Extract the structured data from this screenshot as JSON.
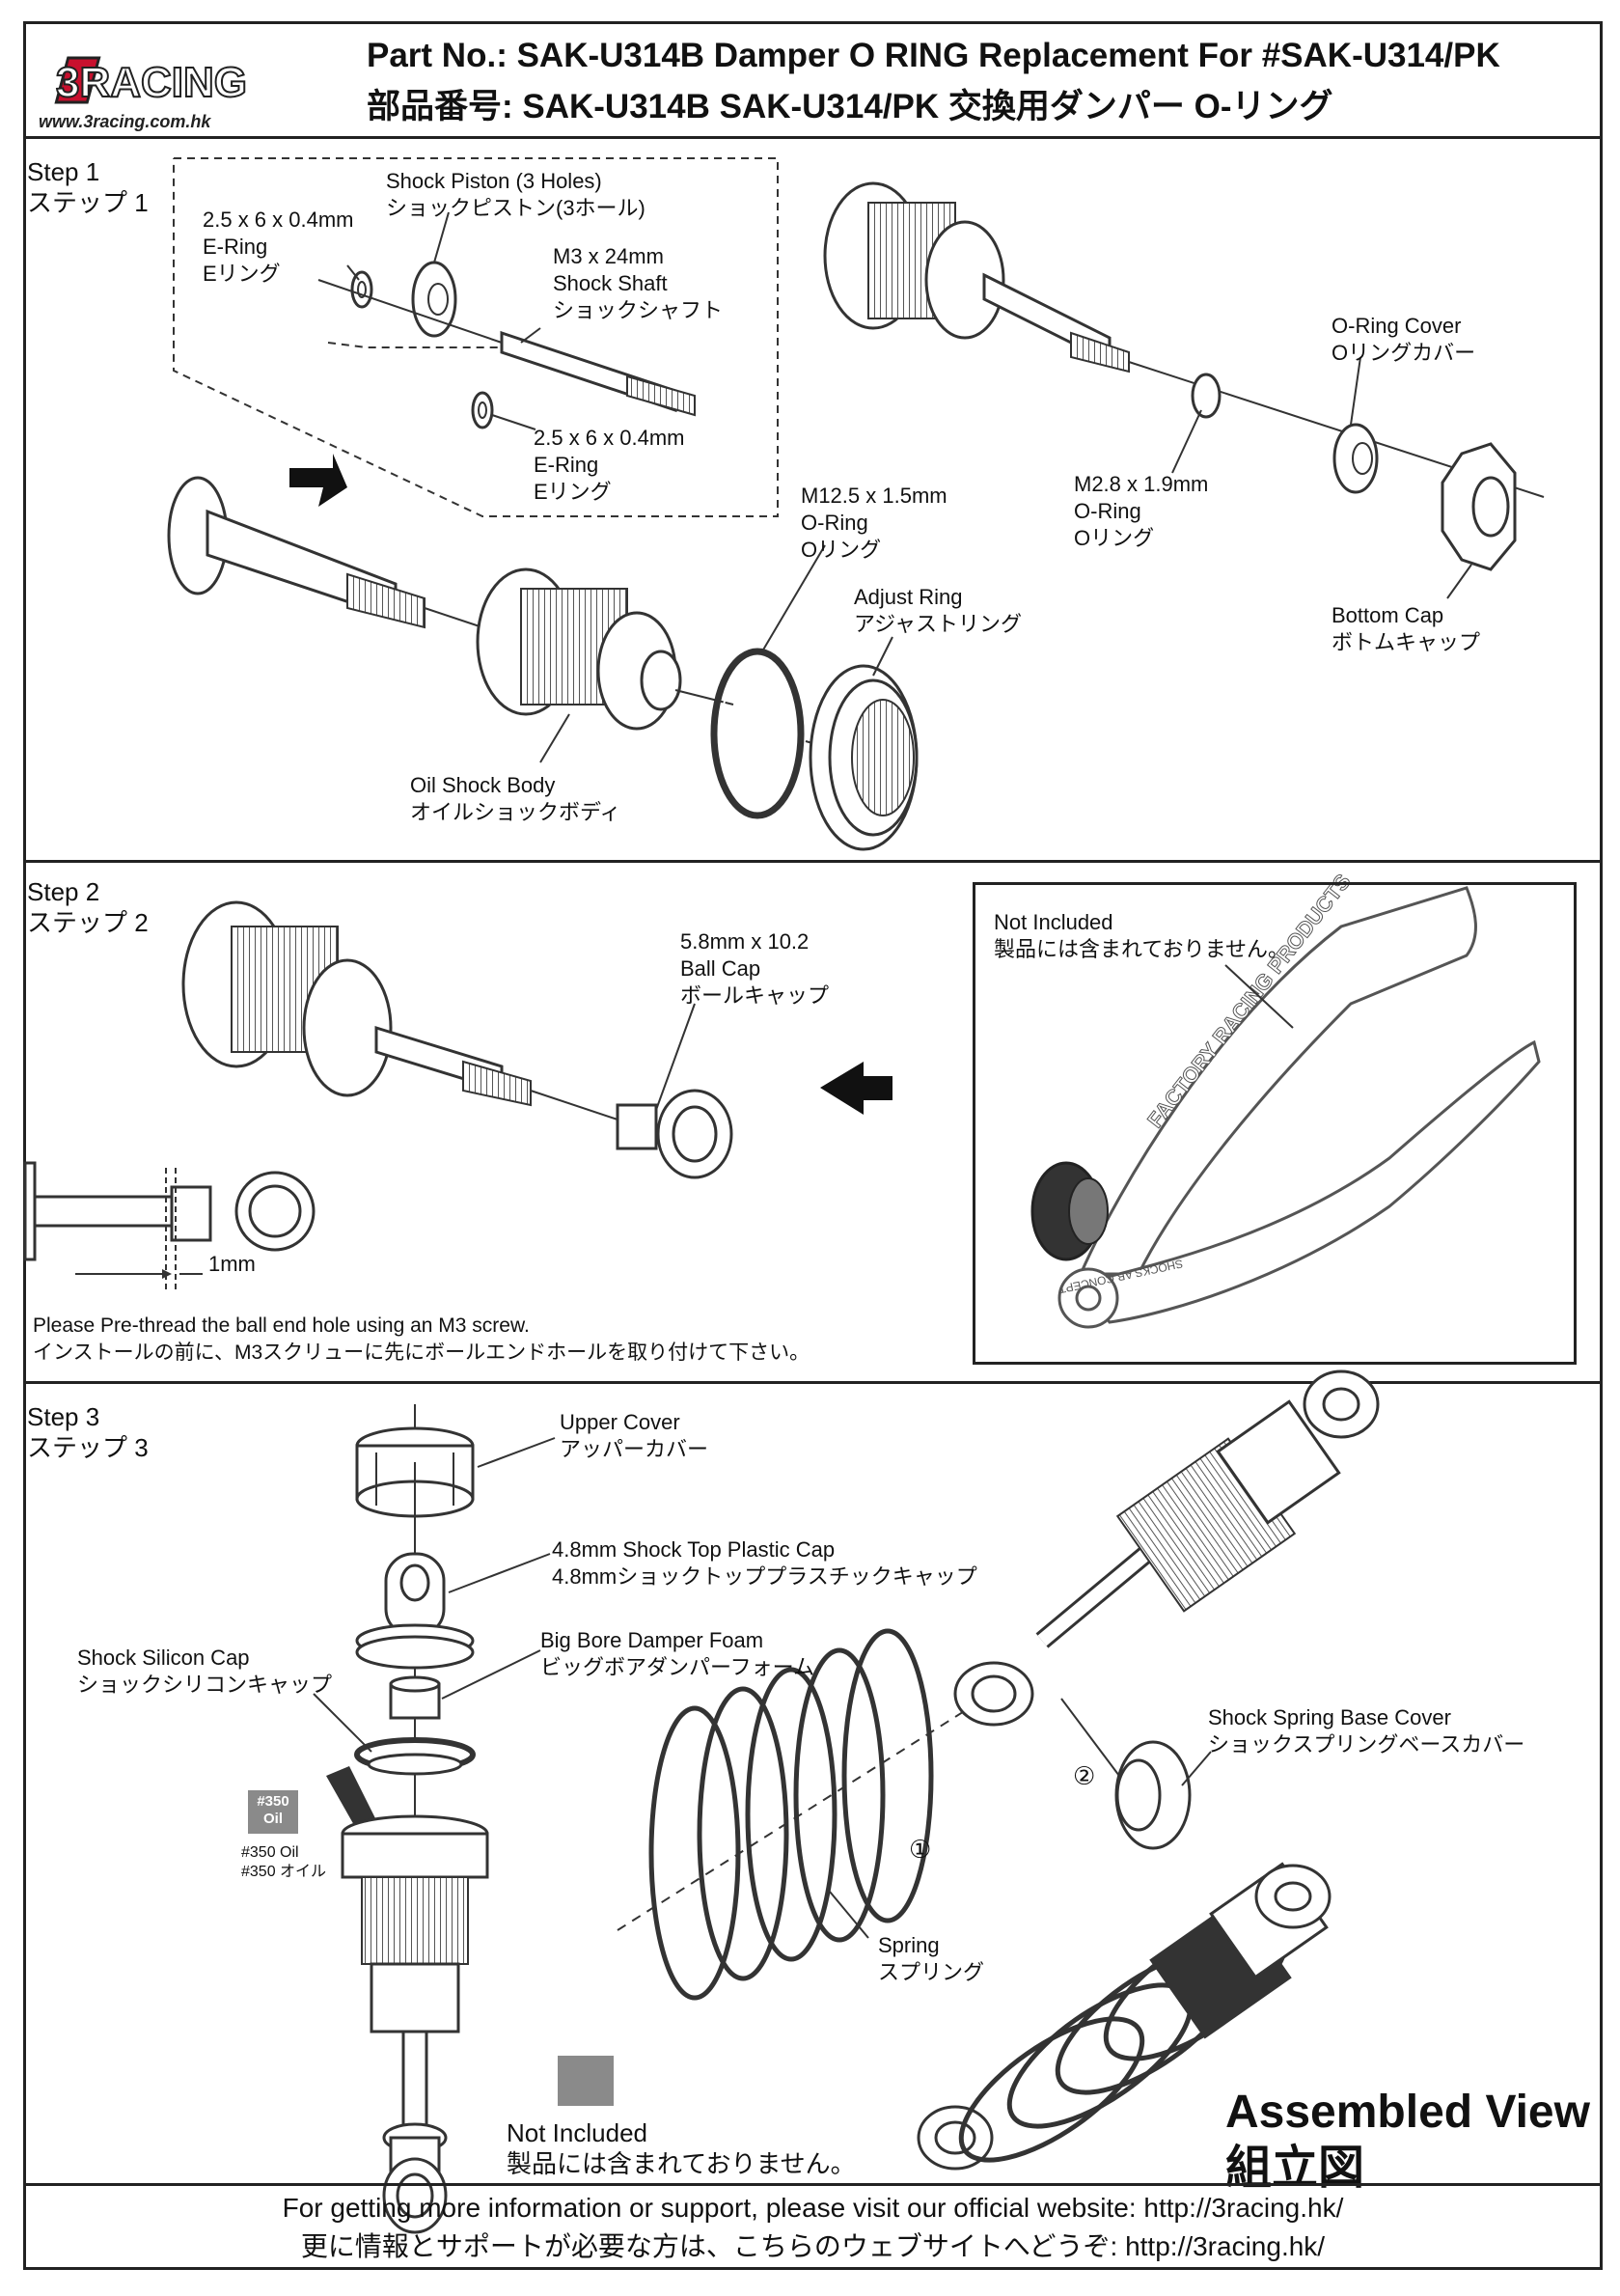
{
  "header": {
    "logo_text": "3RACING",
    "logo_url": "www.3racing.com.hk",
    "title_en": "Part No.: SAK-U314B  Damper O RING Replacement For #SAK-U314/PK",
    "title_jp": "部品番号: SAK-U314B  SAK-U314/PK 交換用ダンパー O-リング"
  },
  "step1": {
    "label_en": "Step 1",
    "label_jp": "ステップ 1",
    "parts": {
      "eRing1": [
        "2.5 x 6 x 0.4mm",
        "E-Ring",
        "Eリング"
      ],
      "piston": [
        "Shock Piston (3 Holes)",
        "ショックピストン(3ホール)"
      ],
      "shaft": [
        "M3 x 24mm",
        "Shock Shaft",
        "ショックシャフト"
      ],
      "eRing2": [
        "2.5 x 6 x 0.4mm",
        "E-Ring",
        "Eリング"
      ],
      "oringBig": [
        "M12.5 x 1.5mm",
        "O-Ring",
        "Oリング"
      ],
      "adjustRing": [
        "Adjust Ring",
        "アジャストリング"
      ],
      "oilBody": [
        "Oil Shock Body",
        "オイルショックボディ"
      ],
      "oringSmall": [
        "M2.8 x 1.9mm",
        "O-Ring",
        "Oリング"
      ],
      "oringCover": [
        "O-Ring Cover",
        "Oリングカバー"
      ],
      "bottomCap": [
        "Bottom Cap",
        "ボトムキャップ"
      ]
    }
  },
  "step2": {
    "label_en": "Step 2",
    "label_jp": "ステップ 2",
    "ballCap": [
      "5.8mm x 10.2",
      "Ball Cap",
      "ボールキャップ"
    ],
    "notIncluded": [
      "Not Included",
      "製品には含まれておりません。"
    ],
    "tool_text": "FACTORY RACING PRODUCTS",
    "tool_text2": "SHOCKS AB CONCEPT",
    "gap": "1mm",
    "instruction_en": "Please Pre-thread the ball end hole using an M3 screw.",
    "instruction_jp": "インストールの前に、M3スクリューに先にボールエンドホールを取り付けて下さい。"
  },
  "step3": {
    "label_en": "Step 3",
    "label_jp": "ステップ 3",
    "upperCover": [
      "Upper Cover",
      "アッパーカバー"
    ],
    "topCap": [
      "4.8mm Shock Top Plastic Cap",
      "4.8mmショックトッププラスチックキャップ"
    ],
    "foam": [
      "Big Bore Damper Foam",
      "ビッグボアダンパーフォーム"
    ],
    "siliconCap": [
      "Shock Silicon Cap",
      "ショックシリコンキャップ"
    ],
    "oilBottle": [
      "#350",
      "Oil"
    ],
    "oil": [
      "#350 Oil",
      "#350 オイル"
    ],
    "springBase": [
      "Shock Spring Base Cover",
      "ショックスプリングベースカバー"
    ],
    "spring": [
      "Spring",
      "スプリング"
    ],
    "mark1": "①",
    "mark2": "②",
    "notIncluded": [
      "Not Included",
      "製品には含まれておりません。"
    ],
    "assembled": [
      "Assembled View",
      "組立図"
    ]
  },
  "footer": {
    "line_en": "For getting more information or support, please visit our official website: http://3racing.hk/",
    "line_jp": "更に情報とサポートが必要な方は、こちらのウェブサイトへどうぞ: http://3racing.hk/"
  },
  "colors": {
    "stroke": "#333333",
    "fill": "#ffffff",
    "shade": "#8a8a8a",
    "logo": "#c8102e"
  }
}
